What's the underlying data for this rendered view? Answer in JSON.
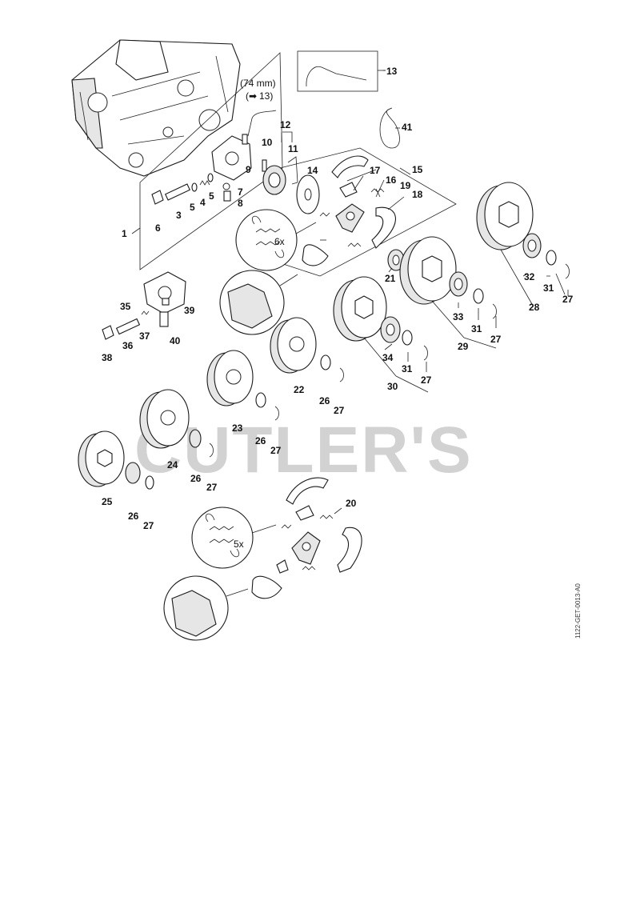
{
  "watermark": "CUTLER'S",
  "document_id": "1122-GET-0013-A0",
  "note_length": "(74 mm)",
  "note_ref": "13)",
  "note_arrow_glyph": "(➡",
  "spring_count_upper": "6x",
  "spring_count_lower": "5x",
  "callouts": {
    "c1": "1",
    "c3": "3",
    "c4": "4",
    "c5a": "5",
    "c5b": "5",
    "c6": "6",
    "c7": "7",
    "c8": "8",
    "c9": "9",
    "c10": "10",
    "c11": "11",
    "c12": "12",
    "c13": "13",
    "c14": "14",
    "c15": "15",
    "c16": "16",
    "c17": "17",
    "c18": "18",
    "c19": "19",
    "c20": "20",
    "c21": "21",
    "c22": "22",
    "c23": "23",
    "c24": "24",
    "c25": "25",
    "c26a": "26",
    "c26b": "26",
    "c26c": "26",
    "c26d": "26",
    "c27a": "27",
    "c27b": "27",
    "c27c": "27",
    "c27d": "27",
    "c27e": "27",
    "c27f": "27",
    "c27g": "27",
    "c28": "28",
    "c29": "29",
    "c30": "30",
    "c31a": "31",
    "c31b": "31",
    "c31c": "31",
    "c32": "32",
    "c33": "33",
    "c34": "34",
    "c35": "35",
    "c36": "36",
    "c37": "37",
    "c38": "38",
    "c39": "39",
    "c40": "40",
    "c41": "41"
  }
}
